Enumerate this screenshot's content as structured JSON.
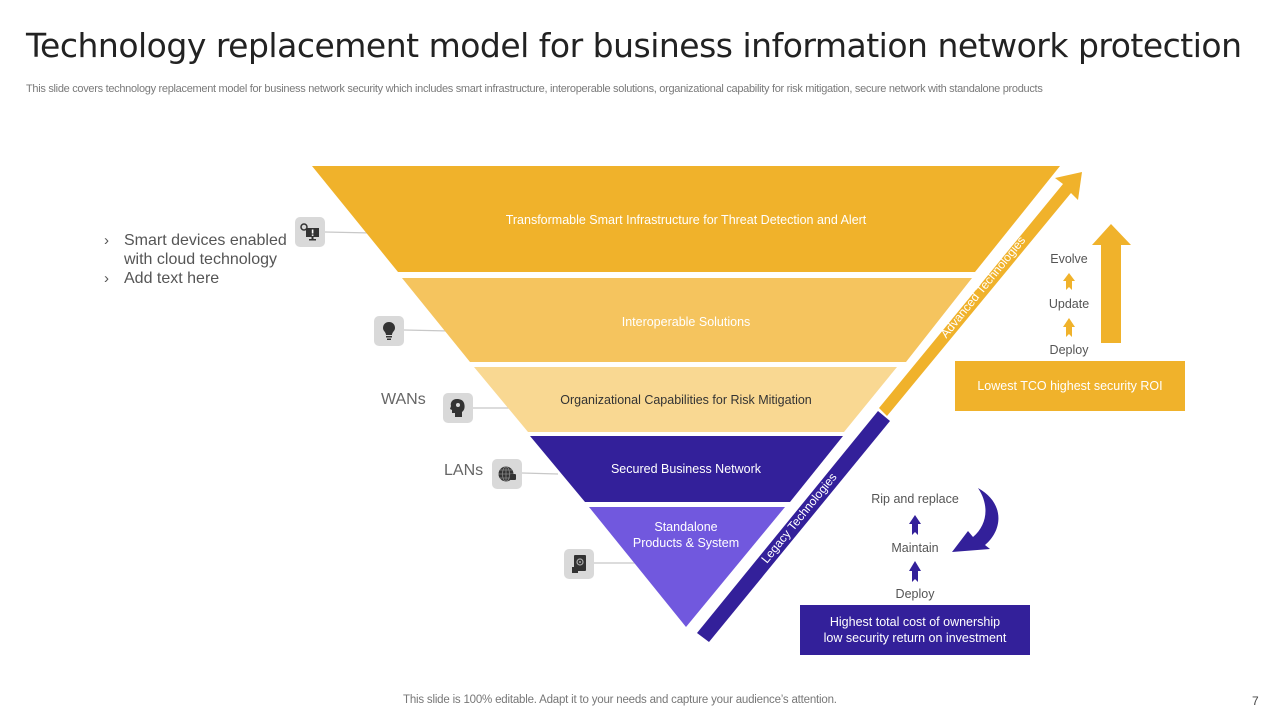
{
  "header": {
    "title": "Technology replacement model for business information network protection",
    "subtitle": "This slide covers technology replacement model for business network security which includes smart infrastructure, interoperable solutions, organizational capability for risk mitigation, secure network with standalone products"
  },
  "colors": {
    "gold_dark": "#F0B22B",
    "gold_mid": "#F5C45E",
    "gold_light": "#F9D892",
    "indigo": "#33209A",
    "violet": "#7158DE",
    "icon_bg": "#D9D9D9"
  },
  "bullets": [
    {
      "icon": "chevron-right-icon",
      "text": "Smart devices enabled with cloud technology"
    },
    {
      "icon": "chevron-right-icon",
      "text": "Add text here"
    }
  ],
  "bullet_glyph": "›",
  "bands": [
    {
      "label": "Transformable  Smart Infrastructure  for  Threat  Detection  and  Alert",
      "icon": "monitor-alert-icon",
      "side_label": ""
    },
    {
      "label": "Interoperable  Solutions",
      "icon": "lightbulb-icon",
      "side_label": ""
    },
    {
      "label": "Organizational  Capabilities  for  Risk Mitigation",
      "icon": "head-gear-icon",
      "side_label": "WANs"
    },
    {
      "label": "Secured Business Network",
      "icon": "globe-icon",
      "side_label": "LANs"
    },
    {
      "label_line1": "Standalone",
      "label_line2": "Products & System",
      "icon": "settings-document-icon",
      "side_label": ""
    }
  ],
  "advanced": {
    "bar_label": "Advanced Technologies",
    "steps": [
      "Evolve",
      "Update",
      "Deploy"
    ],
    "box_text": "Lowest TCO highest security ROI"
  },
  "legacy": {
    "bar_label": "Legacy Technologies",
    "steps": [
      "Rip and replace",
      "Maintain",
      "Deploy"
    ],
    "box_line1": "Highest total cost of ownership",
    "box_line2": "low security return on investment"
  },
  "footer": {
    "note": "This slide is 100% editable. Adapt it to your needs and capture your audience’s attention.",
    "page_number": "7"
  }
}
